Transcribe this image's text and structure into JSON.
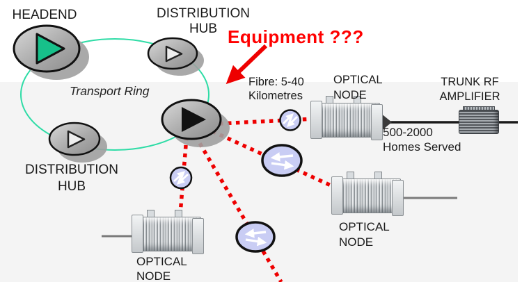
{
  "annotation": {
    "label": "Equipment ???",
    "color": "#ff0000"
  },
  "ring": {
    "label": "Transport Ring",
    "color": "#2edca6"
  },
  "headend": {
    "label": "HEADEND"
  },
  "hubs": [
    {
      "line1": "DISTRIBUTION",
      "line2": "HUB"
    },
    {
      "line1": "DISTRIBUTION",
      "line2": "HUB"
    }
  ],
  "fibre": {
    "line1": "Fibre: 5-40",
    "line2": "Kilometres"
  },
  "optical_nodes": [
    {
      "line1": "OPTICAL",
      "line2": "NODE"
    },
    {
      "line1": "OPTICAL",
      "line2": "NODE"
    },
    {
      "line1": "OPTICAL",
      "line2": "NODE"
    }
  ],
  "trunk_amplifier": {
    "line1": "TRUNK RF",
    "line2": "AMPLIFIER"
  },
  "homes_served": {
    "line1": "500-2000",
    "line2": "Homes Served"
  },
  "colors": {
    "fibre_link_red": "#ee0000",
    "ring_teal": "#2edca6",
    "headend_triangle_green": "#17c08a",
    "transmission_circle_lavender": "#c9cdf4",
    "background_band": "#f4f4f4"
  }
}
